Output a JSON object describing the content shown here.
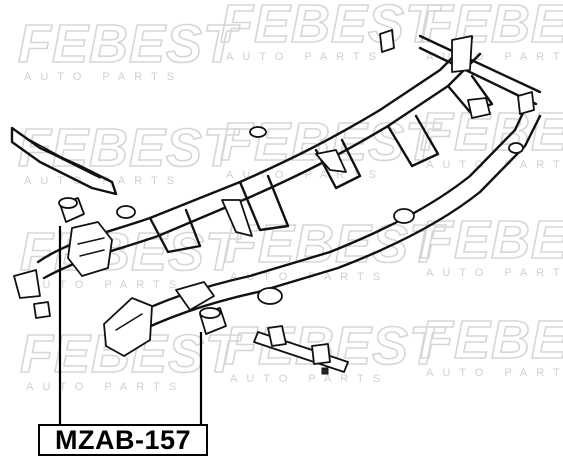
{
  "part_number": "MZAB-157",
  "watermark": {
    "brand": "FEBEST",
    "tagline": "AUTO PARTS"
  },
  "colors": {
    "watermark": "#d6d6d6",
    "line": "#111111",
    "background": "#ffffff"
  }
}
